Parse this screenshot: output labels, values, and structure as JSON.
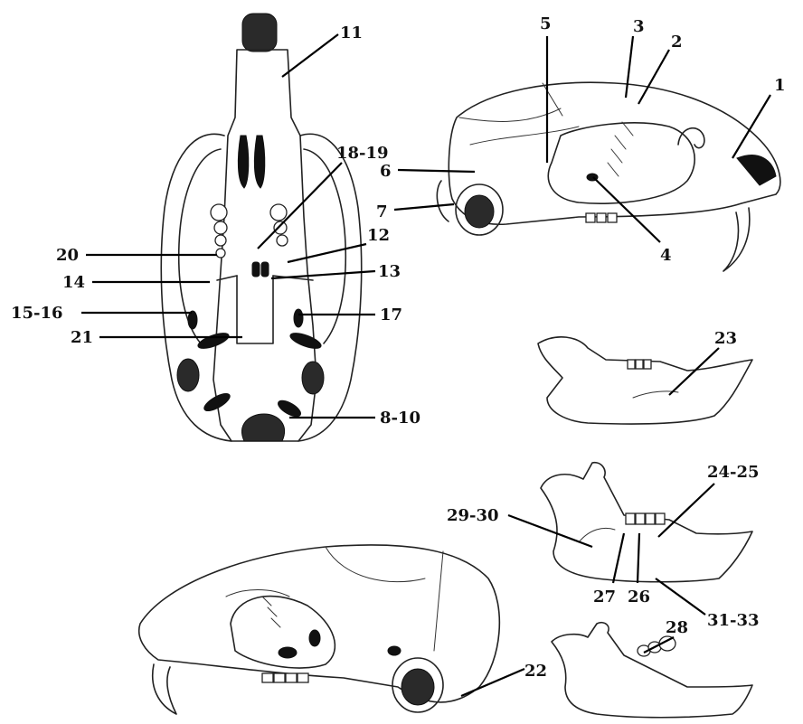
{
  "labels": {
    "l1": "1",
    "l2": "2",
    "l3": "3",
    "l4": "4",
    "l5": "5",
    "l6": "6",
    "l7": "7",
    "l8_10": "8-10",
    "l11": "11",
    "l12": "12",
    "l13": "13",
    "l14": "14",
    "l15_16": "15-16",
    "l17": "17",
    "l18_19": "18-19",
    "l20": "20",
    "l21": "21",
    "l22": "22",
    "l23": "23",
    "l24_25": "24-25",
    "l26": "26",
    "l27": "27",
    "l28": "28",
    "l29_30": "29-30",
    "l31_33": "31-33"
  }
}
